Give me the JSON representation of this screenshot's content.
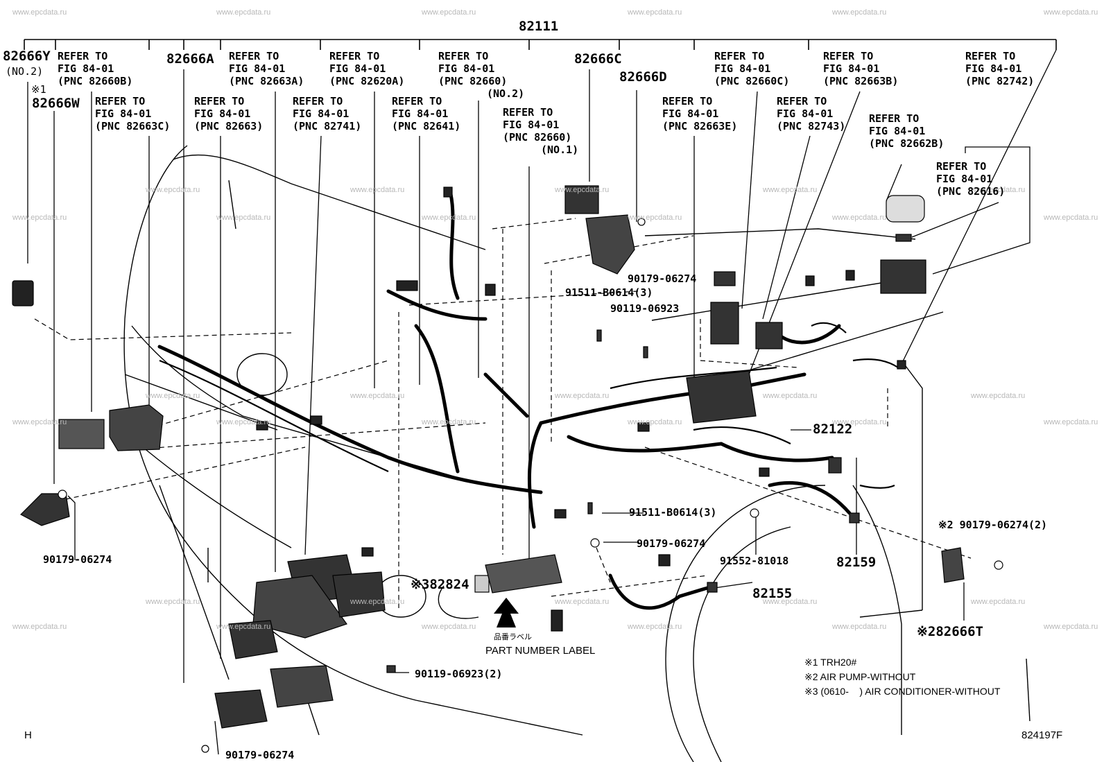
{
  "main_part": "82111",
  "watermark": "www.epcdata.ru",
  "refs": [
    {
      "id": "r1",
      "lines": [
        "REFER TO",
        "FIG 84-01",
        "(PNC 82660B)"
      ]
    },
    {
      "id": "r2",
      "lines": [
        "REFER TO",
        "FIG 84-01",
        "(PNC 82663C)"
      ]
    },
    {
      "id": "r3",
      "lines": [
        "REFER TO",
        "FIG 84-01",
        "(PNC 82663A)"
      ]
    },
    {
      "id": "r4",
      "lines": [
        "REFER TO",
        "FIG 84-01",
        "(PNC 82663)"
      ]
    },
    {
      "id": "r5",
      "lines": [
        "REFER TO",
        "FIG 84-01",
        "(PNC 82620A)"
      ]
    },
    {
      "id": "r6",
      "lines": [
        "REFER TO",
        "FIG 84-01",
        "(PNC 82741)"
      ]
    },
    {
      "id": "r7",
      "lines": [
        "REFER TO",
        "FIG 84-01",
        "(PNC 82660)",
        "(NO.2)"
      ]
    },
    {
      "id": "r8",
      "lines": [
        "REFER TO",
        "FIG 84-01",
        "(PNC 82641)"
      ]
    },
    {
      "id": "r9",
      "lines": [
        "REFER TO",
        "FIG 84-01",
        "(PNC 82660)",
        "(NO.1)"
      ]
    },
    {
      "id": "r10",
      "lines": [
        "REFER TO",
        "FIG 84-01",
        "(PNC 82660C)"
      ]
    },
    {
      "id": "r11",
      "lines": [
        "REFER TO",
        "FIG 84-01",
        "(PNC 82663E)"
      ]
    },
    {
      "id": "r12",
      "lines": [
        "REFER TO",
        "FIG 84-01",
        "(PNC 82663B)"
      ]
    },
    {
      "id": "r13",
      "lines": [
        "REFER TO",
        "FIG 84-01",
        "(PNC 82743)"
      ]
    },
    {
      "id": "r14",
      "lines": [
        "REFER TO",
        "FIG 84-01",
        "(PNC 82742)"
      ]
    },
    {
      "id": "r15",
      "lines": [
        "REFER TO",
        "FIG 84-01",
        "(PNC 82662B)"
      ]
    },
    {
      "id": "r16",
      "lines": [
        "REFER TO",
        "FIG 84-01",
        "(PNC 82616)"
      ]
    }
  ],
  "parts": {
    "p82666Y": "82666Y",
    "p82666Y_qual": "(NO.2)",
    "p82666W": "82666W",
    "p82666W_note": "※1",
    "p82666A": "82666A",
    "p82666C": "82666C",
    "p82666D": "82666D",
    "p90179_a": "90179-06274",
    "p91511_a": "91511-B0614(3)",
    "p90119_a": "90119-06923",
    "p82122": "82122",
    "p91511_b": "91511-B0614(3)",
    "p90179_b": "90179-06274",
    "p91552": "91552-81018",
    "p82159": "82159",
    "p90179_c": "※2 90179-06274(2)",
    "p82824": "※382824",
    "p82155": "82155",
    "p82666T": "※282666T",
    "p90179_d": "90179-06274",
    "p90119_b": "90119-06923(2)",
    "p90179_e": "90179-06274",
    "label_jp": "品番ラベル",
    "label_en": "PART NUMBER LABEL"
  },
  "notes": [
    "※1 TRH20#",
    "※2 AIR PUMP-WITHOUT",
    "※3 (0610-    ) AIR CONDITIONER-WITHOUT"
  ],
  "corner_left": "H",
  "corner_right": "824197F"
}
